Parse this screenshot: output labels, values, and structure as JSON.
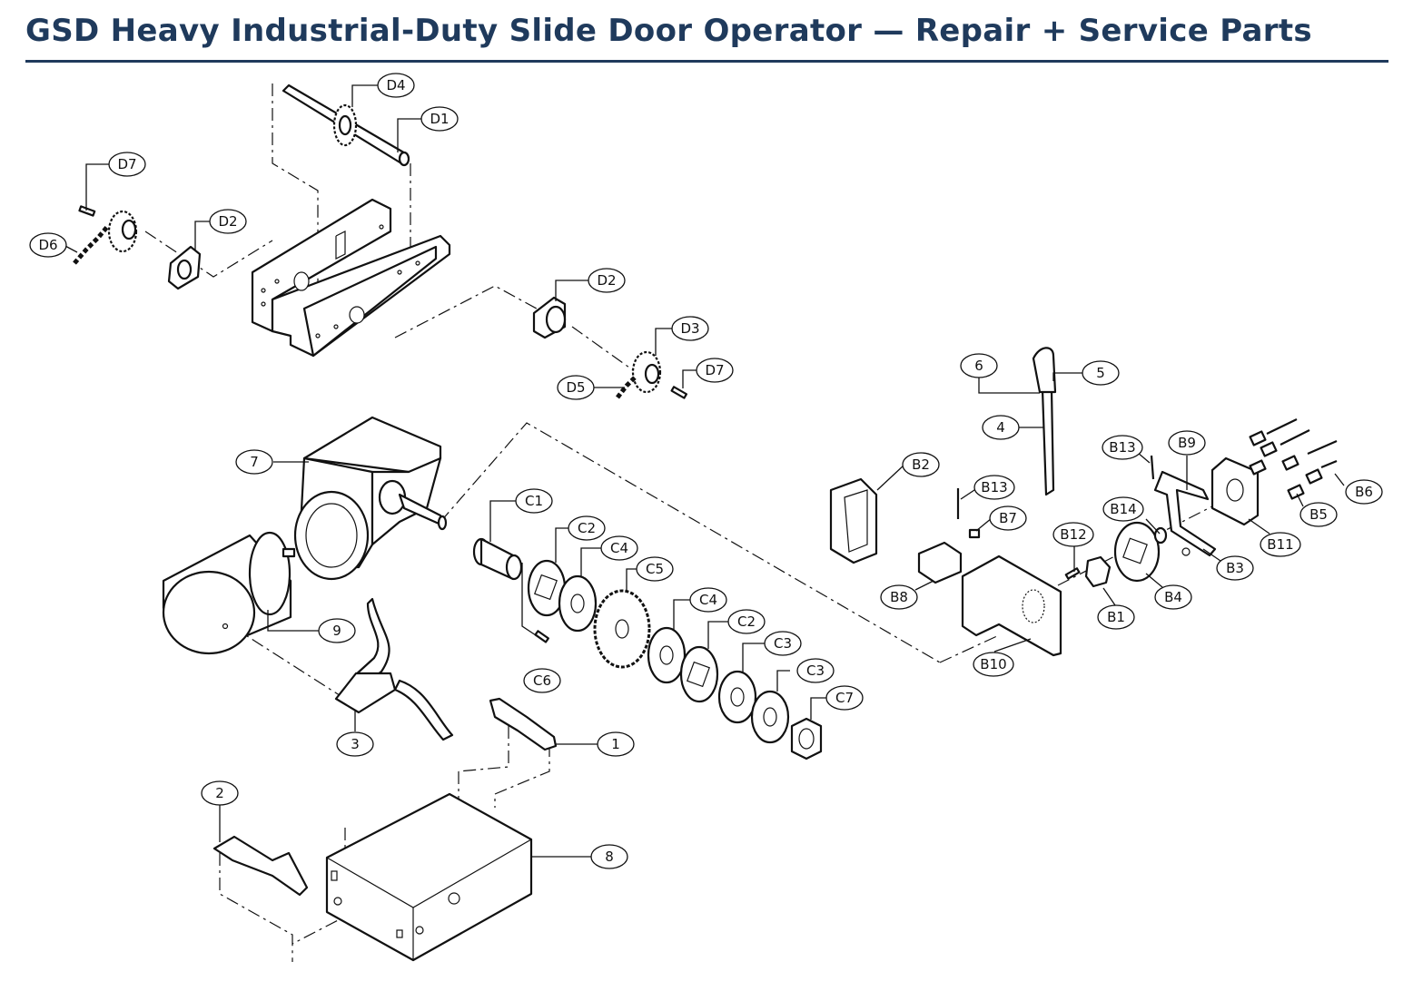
{
  "title": "GSD Heavy Industrial-Duty Slide Door Operator — Repair + Service Parts",
  "accent_color": "#1f3a5c",
  "callouts": [
    "D4",
    "D1",
    "D7",
    "D2",
    "D6",
    "D2",
    "D3",
    "D7",
    "D5",
    "7",
    "C1",
    "C2",
    "C4",
    "C5",
    "C4",
    "C2",
    "C3",
    "C3",
    "C7",
    "C6",
    "9",
    "3",
    "1",
    "2",
    "8",
    "6",
    "5",
    "4",
    "B2",
    "B13",
    "B7",
    "B8",
    "B13",
    "B9",
    "B14",
    "B12",
    "B1",
    "B4",
    "B3",
    "B10",
    "B11",
    "B5",
    "B6"
  ]
}
